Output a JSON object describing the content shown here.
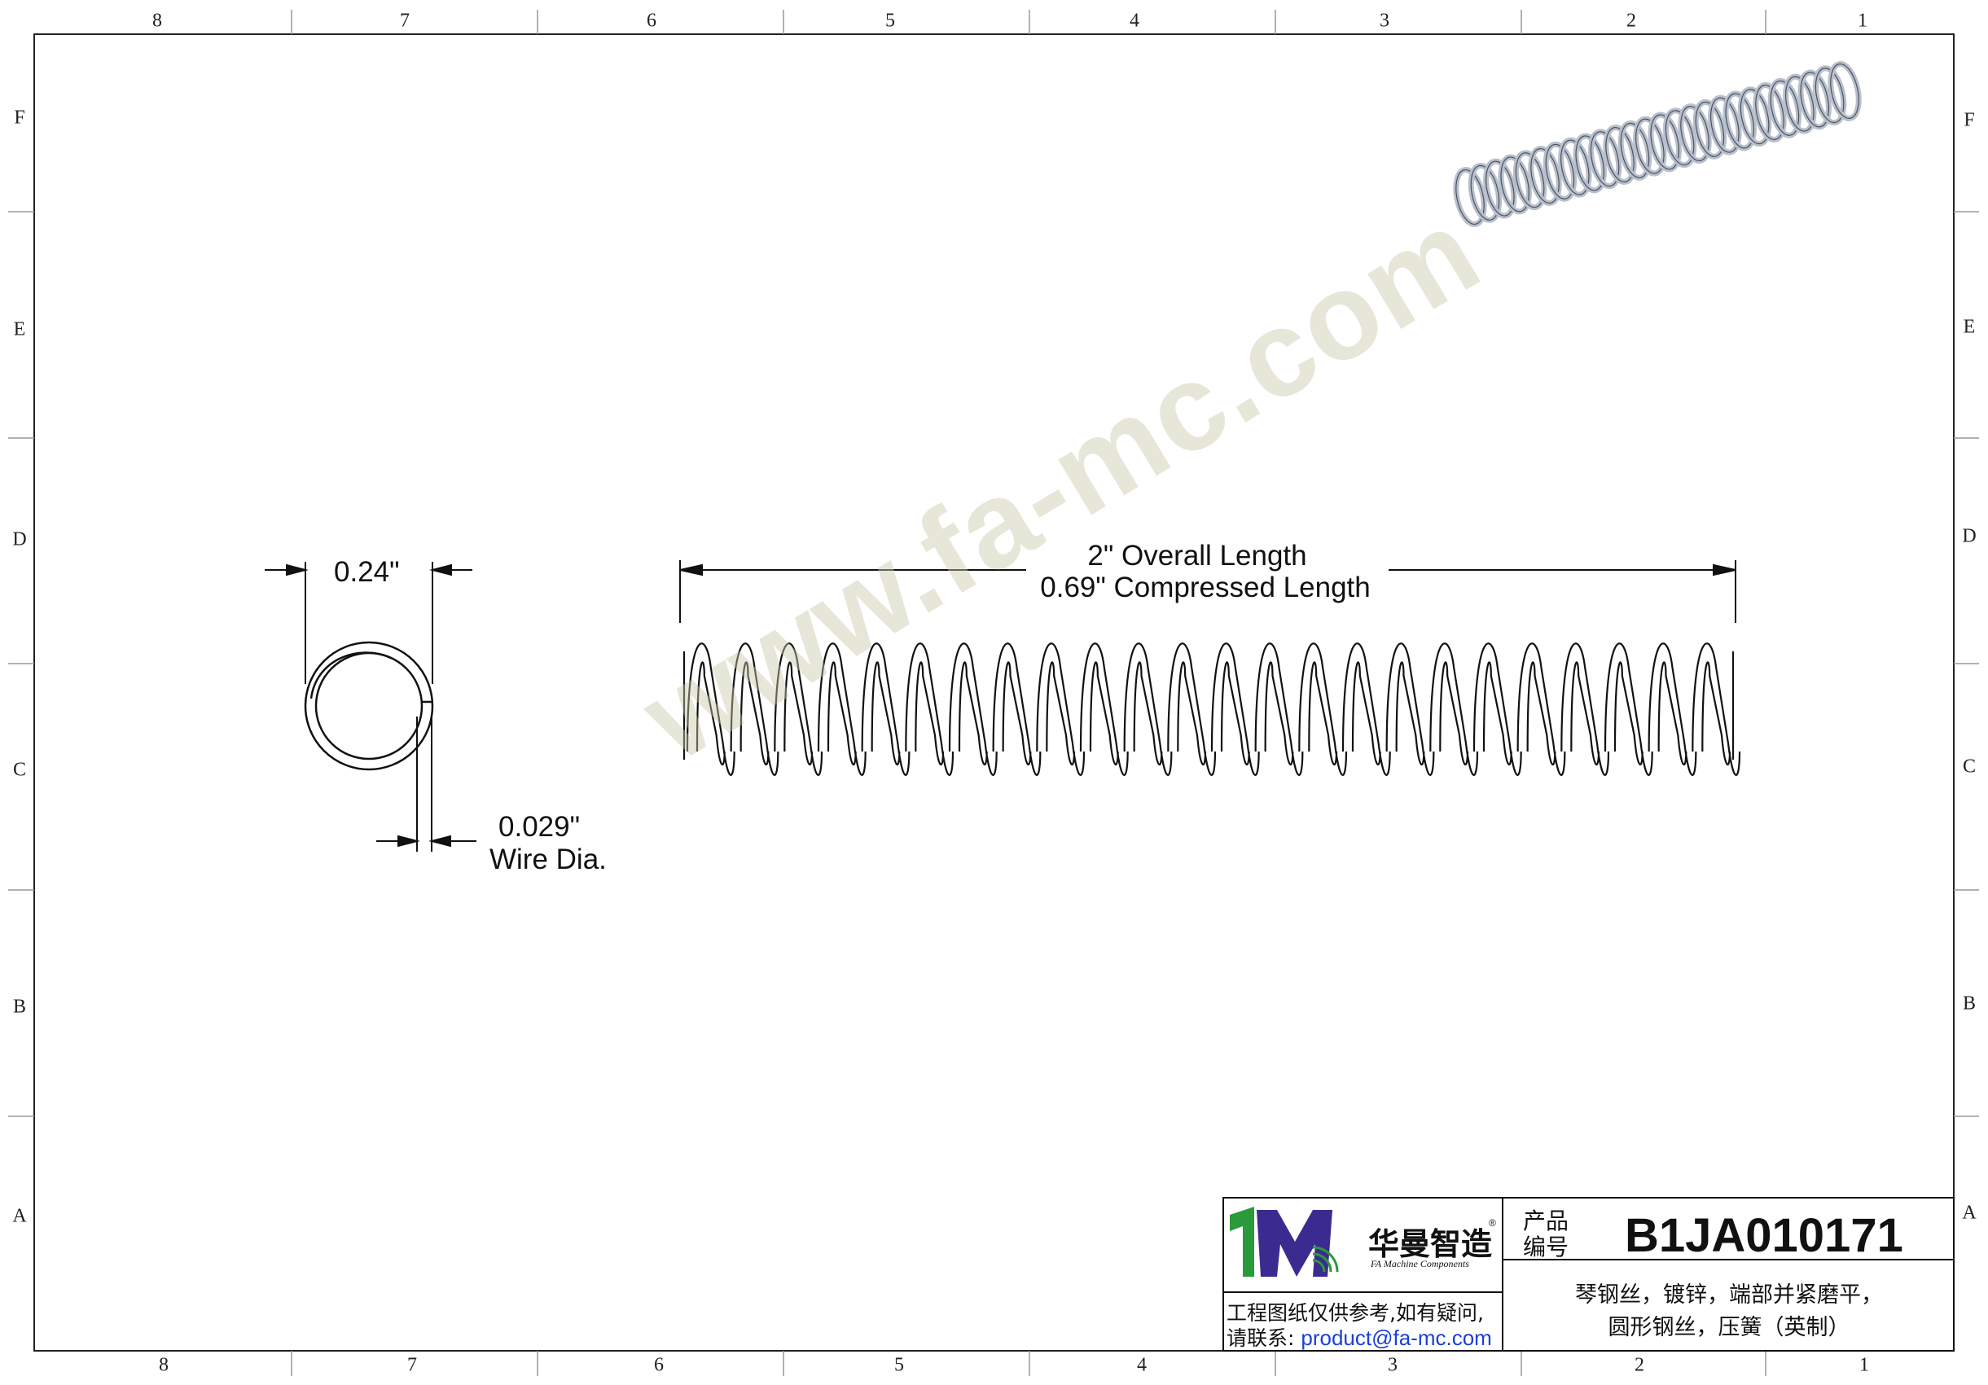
{
  "zones": {
    "top": [
      "8",
      "7",
      "6",
      "5",
      "4",
      "3",
      "2",
      "1"
    ],
    "bottom": [
      "8",
      "7",
      "6",
      "5",
      "4",
      "3",
      "2",
      "1"
    ],
    "left": [
      "F",
      "E",
      "D",
      "C",
      "B",
      "A"
    ],
    "right": [
      "F",
      "E",
      "D",
      "C",
      "B",
      "A"
    ]
  },
  "dimensions": {
    "outer_diameter": "0.24\"",
    "overall_length": "2\" Overall Length",
    "compressed_length": "0.69\" Compressed Length",
    "wire_dia_value": "0.029\"",
    "wire_dia_label": "Wire Dia."
  },
  "watermark": "www.fa-mc.com",
  "title_block": {
    "logo_text_cn": "华曼智造",
    "logo_text_en": "FA Machine Components",
    "logo_reg": "®",
    "notice_line1": "工程图纸仅供参考,如有疑问,",
    "notice_line2_prefix": "请联系: ",
    "email": "product@fa-mc.com",
    "part_no_label_1": "产品",
    "part_no_label_2": "编号",
    "part_no": "B1JA010171",
    "description_line1": "琴钢丝，镀锌，端部并紧磨平，",
    "description_line2": "圆形钢丝，压簧（英制）"
  },
  "colors": {
    "logo_green": "#2a9a3a",
    "logo_purple": "#3b2a8f",
    "email_blue": "#1a3fd8",
    "spring_steel": "#b8c0cc"
  }
}
